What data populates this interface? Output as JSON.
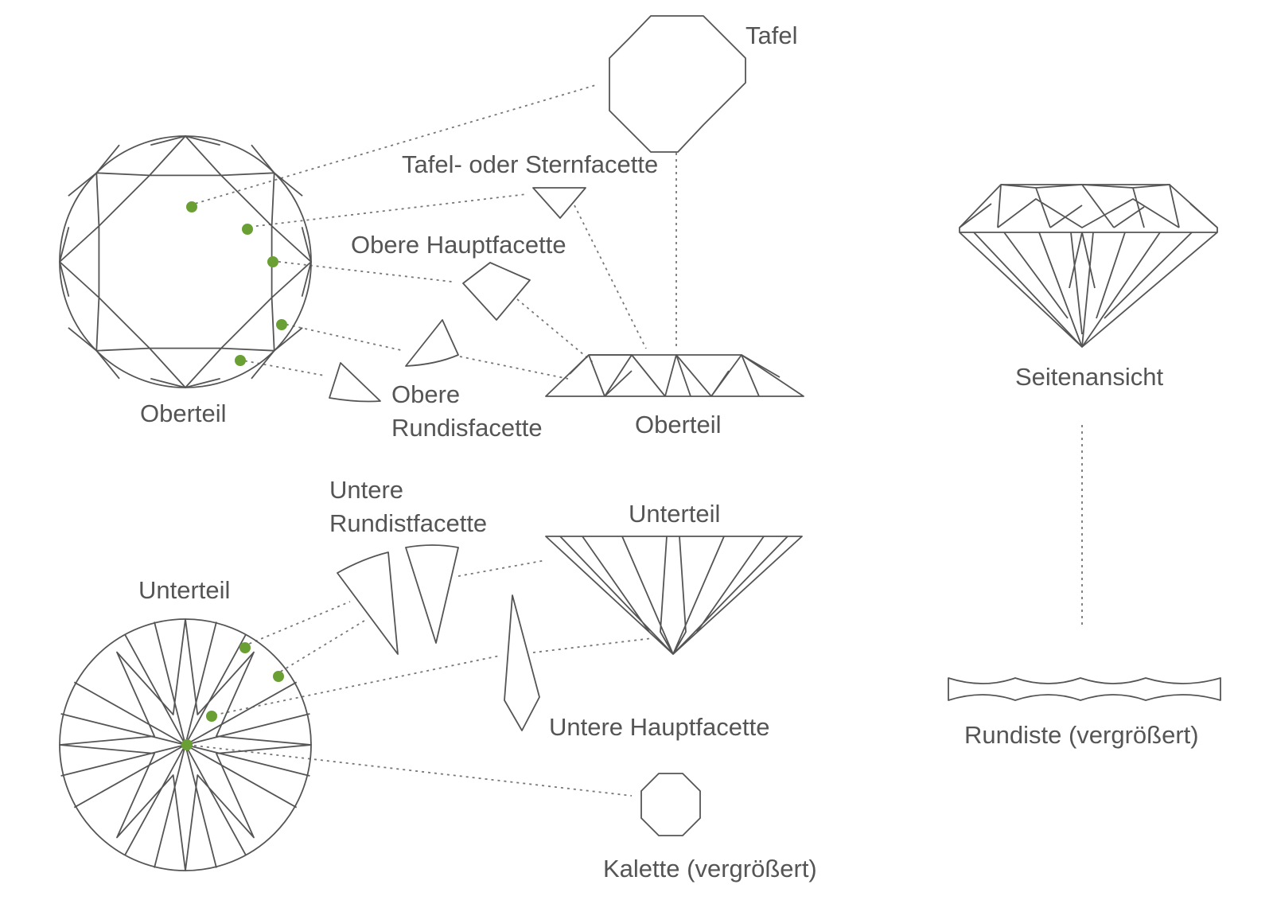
{
  "labels": {
    "tafel": "Tafel",
    "sternfacette": "Tafel- oder Sternfacette",
    "obere_hauptfacette": "Obere Hauptfacette",
    "obere_rundisfacette_1": "Obere",
    "obere_rundisfacette_2": "Rundisfacette",
    "oberteil_top": "Oberteil",
    "oberteil_side": "Oberteil",
    "seitenansicht": "Seitenansicht",
    "untere_rundistfacette_1": "Untere",
    "untere_rundistfacette_2": "Rundistfacette",
    "unterteil_side": "Unterteil",
    "unterteil_bottom": "Unterteil",
    "untere_hauptfacette": "Untere Hauptfacette",
    "kalette": "Kalette (vergrößert)",
    "rundiste": "Rundiste (vergrößert)"
  },
  "colors": {
    "line": "#555555",
    "marker": "#6aa033",
    "text": "#555555"
  }
}
